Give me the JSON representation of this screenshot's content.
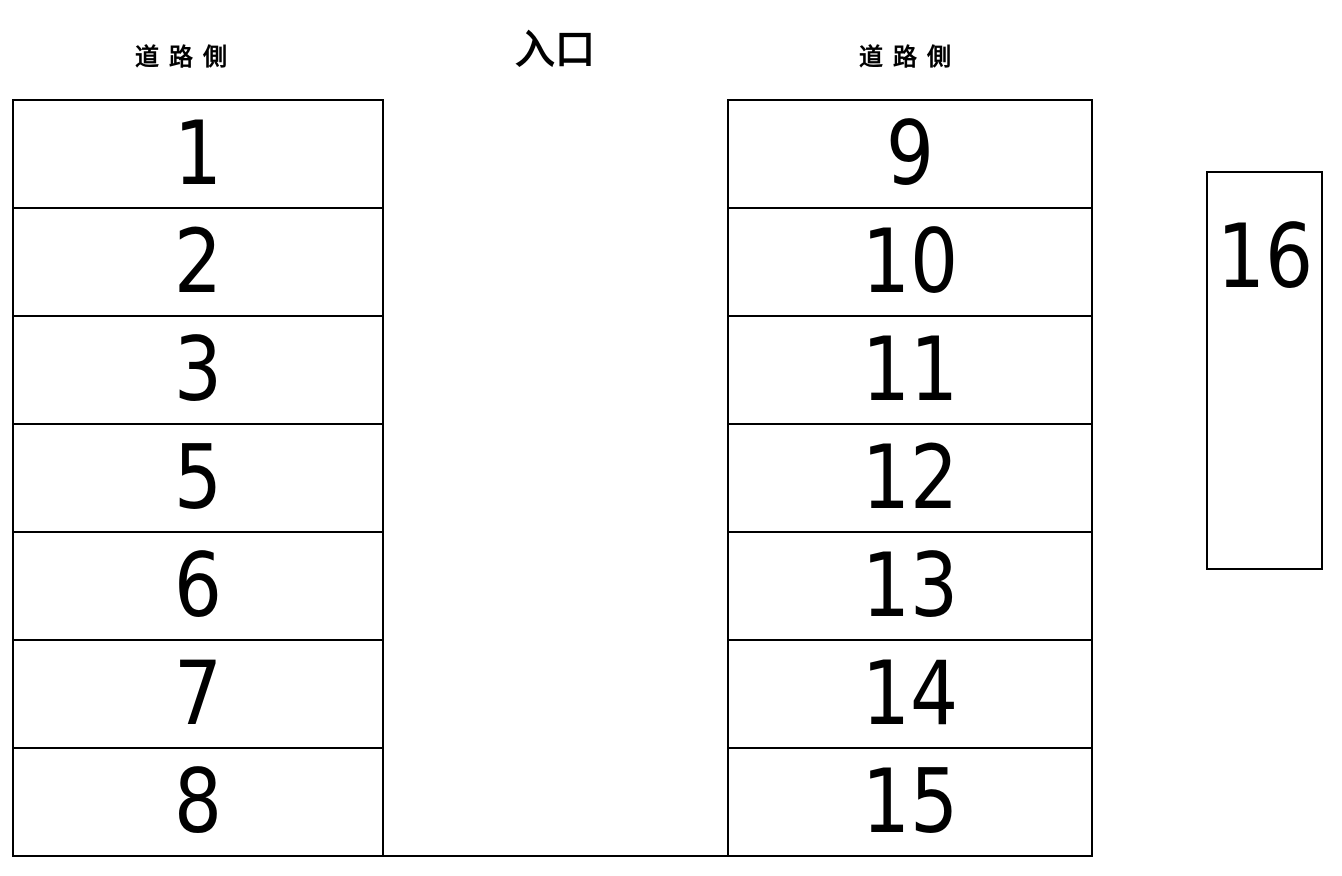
{
  "labels": {
    "road_side_left": "道路側",
    "road_side_right": "道路側",
    "entrance": "入口"
  },
  "left_spaces": [
    "1",
    "2",
    "3",
    "5",
    "6",
    "7",
    "8"
  ],
  "right_spaces": [
    "9",
    "10",
    "11",
    "12",
    "13",
    "14",
    "15"
  ],
  "separate_space": "16"
}
